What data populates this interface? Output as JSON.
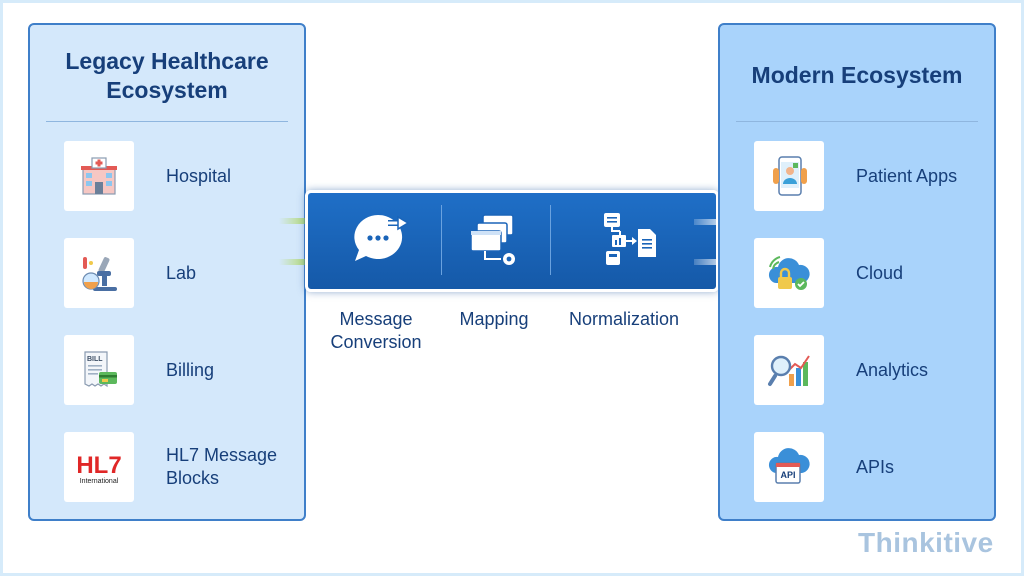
{
  "legacy": {
    "title": "Legacy Healthcare Ecosystem",
    "items": [
      {
        "label": "Hospital",
        "icon": "hospital-icon"
      },
      {
        "label": "Lab",
        "icon": "lab-icon"
      },
      {
        "label": "Billing",
        "icon": "billing-icon"
      },
      {
        "label": "HL7 Message Blocks",
        "icon": "hl7-logo",
        "logo_text": "HL7",
        "logo_subtext": "International"
      }
    ]
  },
  "modern": {
    "title": "Modern Ecosystem",
    "items": [
      {
        "label": "Patient Apps",
        "icon": "patient-app-icon"
      },
      {
        "label": "Cloud",
        "icon": "cloud-icon"
      },
      {
        "label": "Analytics",
        "icon": "analytics-icon"
      },
      {
        "label": "APIs",
        "icon": "api-icon",
        "icon_text": "API"
      }
    ]
  },
  "pipeline": {
    "steps": [
      {
        "label": "Message Conversion",
        "icon": "message-conversion-icon"
      },
      {
        "label": "Mapping",
        "icon": "mapping-icon"
      },
      {
        "label": "Normalization",
        "icon": "normalization-icon"
      }
    ]
  },
  "brand": {
    "name": "Thinkitive"
  },
  "colors": {
    "title": "#173f7a",
    "legacy_panel": "#d4e8fb",
    "modern_panel": "#a9d3fb",
    "bar": "#1a64b8",
    "input_arrow": "#a6d33a",
    "output_arrow": "#ffffff"
  }
}
